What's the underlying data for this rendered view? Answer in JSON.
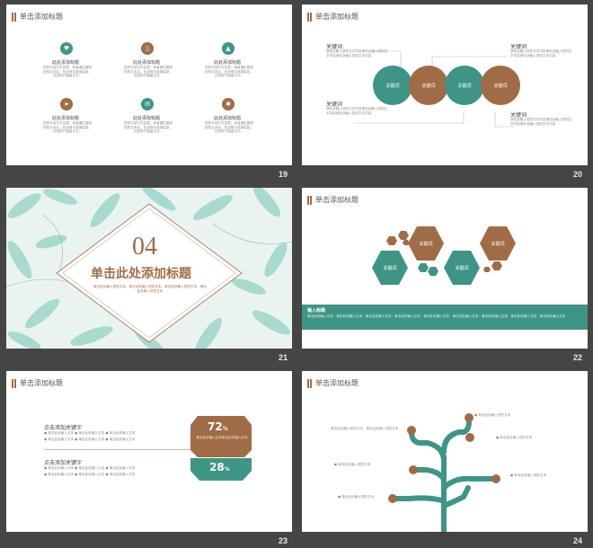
{
  "colors": {
    "teal": "#3e9586",
    "brown": "#a06c46",
    "bg": "#454545"
  },
  "header_title": "单击添加标题",
  "slides": {
    "s19": {
      "num": "19",
      "items": [
        {
          "icon": "heart-icon",
          "glyph": "♥",
          "title": "此处添加标题",
          "body": "您的内容打在这里，或者通过复制您的文本后，在此框中选择粘贴，并选择只保留文字。"
        },
        {
          "icon": "phone-icon",
          "glyph": "▯",
          "title": "此处添加标题",
          "body": "您的内容打在这里，或者通过复制您的文本后，在此框中选择粘贴，并选择只保留文字。"
        },
        {
          "icon": "graduation-cap-icon",
          "glyph": "▲",
          "title": "此处添加标题",
          "body": "您的内容打在这里，或者通过复制您的文本后，在此框中选择粘贴，并选择只保留文字。"
        },
        {
          "icon": "paper-plane-icon",
          "glyph": "➤",
          "title": "此处添加标题",
          "body": "您的内容打在这里，或者通过复制您的文本后，在此框中选择粘贴，并选择只保留文字。"
        },
        {
          "icon": "envelope-icon",
          "glyph": "✉",
          "title": "此处添加标题",
          "body": "您的内容打在这里，或者通过复制您的文本后，在此框中选择粘贴，并选择只保留文字。"
        },
        {
          "icon": "aperture-icon",
          "glyph": "✺",
          "title": "此处添加标题",
          "body": "您的内容打在这里，或者通过复制您的文本后，在此框中选择粘贴，并选择只保留文字。"
        }
      ]
    },
    "s20": {
      "num": "20",
      "labels": [
        "关键词",
        "关键词",
        "关键词",
        "关键词"
      ],
      "body": "请在此输入您的文字内容请在此输入您的文字内容请在此输入您的文字内容",
      "circles": [
        "关键词",
        "关键词",
        "关键词",
        "关键词"
      ]
    },
    "s21": {
      "num": "21",
      "number": "04",
      "title": "单击此处添加标题",
      "sub": "单击此处输入您的文本，单击此处输入您的文本，单击此处输入您的文本，单击此处输入您的文本"
    },
    "s22": {
      "num": "22",
      "hex": [
        "关键词",
        "关键词",
        "关键词",
        "关键词"
      ],
      "band_title": "输入标题",
      "band_body": "单击此处输入文本，单击此处输入文本，单击此处输入文本，单击此处输入文本，单击此处输入文本，单击此处输入文本，单击此处输入文本，单击此处输入文本，单击此处输入文本"
    },
    "s23": {
      "num": "23",
      "kw1": "点击添加关键字",
      "kw2": "点击添加关键字",
      "items": "● 单击此处输入文本  ● 单击此处输入文本  ● 单击此处输入文本",
      "pct1": "72",
      "pct2": "28",
      "pct_sign": "%",
      "pct_note": "单击此处输入文本单击此处输入文本"
    },
    "s24": {
      "num": "24",
      "leaf": "● 单击此处输入您的文本",
      "top_note": "单击此处输入您的文本，单击此处输入您的文本"
    }
  }
}
